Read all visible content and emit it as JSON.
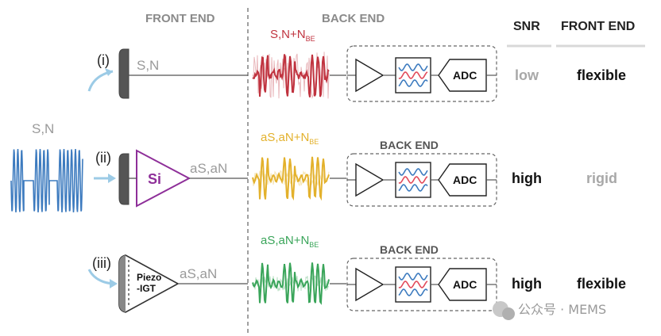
{
  "headers": {
    "front_end": "FRONT END",
    "back_end": "BACK END"
  },
  "columns": {
    "snr": "SNR",
    "front_end": "FRONT END"
  },
  "input_signal_label": "S,N",
  "rows": [
    {
      "roman": "(i)",
      "signal_label": "S,N",
      "backend_label_main": "S,N+N",
      "backend_label_sub": "BE",
      "backend_box_title": "",
      "adc": "ADC",
      "snr": "low",
      "front_end": "flexible",
      "color": "#c0333f"
    },
    {
      "roman": "(ii)",
      "device": "Si",
      "signal_label": "aS,aN",
      "backend_label_main": "aS,aN+N",
      "backend_label_sub": "BE",
      "backend_box_title": "BACK END",
      "adc": "ADC",
      "snr": "high",
      "front_end": "rigid",
      "color": "#e3b12c"
    },
    {
      "roman": "(iii)",
      "device_line1": "Piezo",
      "device_line2": "-IGT",
      "signal_label": "aS,aN",
      "backend_label_main": "aS,aN+N",
      "backend_label_sub": "BE",
      "backend_box_title": "BACK END",
      "adc": "ADC",
      "snr": "high",
      "front_end": "flexible",
      "color": "#3aa55a"
    }
  ],
  "watermark": "公众号 · MEMS",
  "colors": {
    "input_wave": "#3d7bbf",
    "si": "#8e2f99",
    "arrow": "#9ccbe6",
    "value_strong": "#222222",
    "value_weak": "#a8a8a8"
  }
}
